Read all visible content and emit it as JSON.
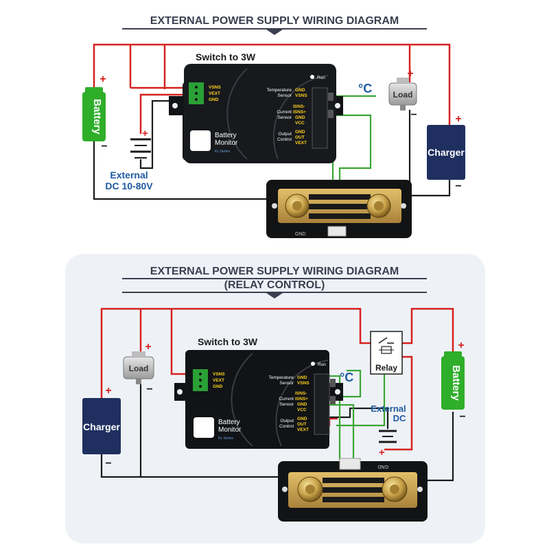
{
  "top": {
    "title": "EXTERNAL POWER SUPPLY WIRING DIAGRAM",
    "switch_label": "Switch to 3W",
    "battery_label": "Battery",
    "charger_label": "Charger",
    "load_label": "Load",
    "temp_symbol": "°C",
    "external_dc_line1": "External",
    "external_dc_line2": "DC 10-80V",
    "plus": "+",
    "minus": "−"
  },
  "bottom": {
    "title": "EXTERNAL POWER SUPPLY WIRING DIAGRAM",
    "subtitle": "(RELAY CONTROL)",
    "switch_label": "Switch to 3W",
    "battery_label": "Battery",
    "charger_label": "Charger",
    "load_label": "Load",
    "relay_label": "Relay",
    "temp_symbol": "°C",
    "external_dc_line1": "External",
    "external_dc_line2": "DC",
    "plus": "+",
    "minus": "−"
  },
  "monitor": {
    "name_line1": "Battery",
    "name_line2": "Monitor",
    "series": "KL-Series",
    "run": "Run",
    "left_terminals": [
      "VSNS",
      "VEXT",
      "GND"
    ],
    "temp_sensor_line1": "Temperature",
    "temp_sensor_line2": "Sensor",
    "temp_pins": [
      "GND",
      "VSNS"
    ],
    "current_sensor_line1": "Current",
    "current_sensor_line2": "Sensor",
    "current_pins": [
      "ISNS-",
      "ISNS+",
      "GND",
      "VCC"
    ],
    "output_line1": "Output",
    "output_line2": "Control",
    "output_pins": [
      "GND",
      "OUT",
      "VEXT"
    ]
  },
  "shunt": {
    "gnd_label": "GND"
  },
  "colors": {
    "red_wire": "#d62020",
    "black_wire": "#1a1a1a",
    "green_wire": "#3aa535",
    "battery_green": "#2fae2a",
    "charger_navy": "#1f2f5f",
    "title_color": "#3b3f4f",
    "label_blue": "#1e5aa0",
    "panel_bg": "#eef2f7"
  }
}
